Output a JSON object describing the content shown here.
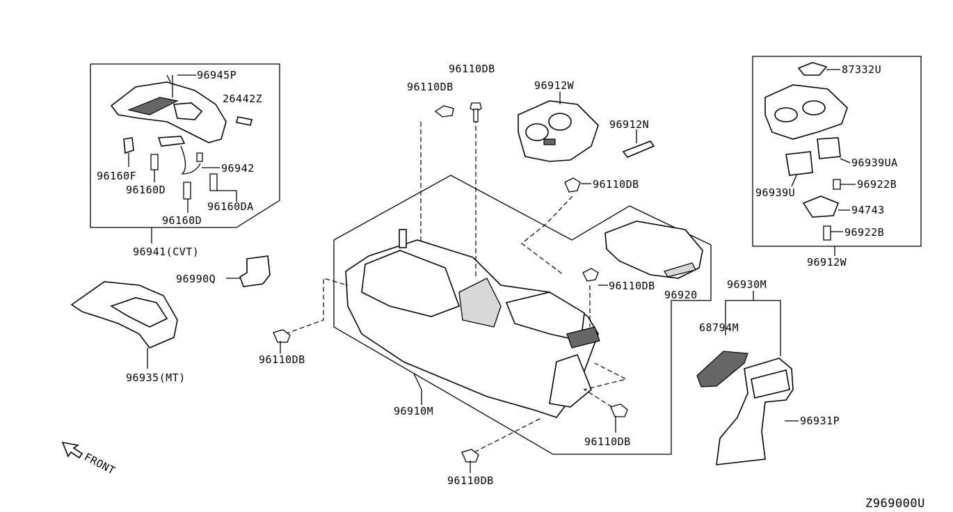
{
  "diagram": {
    "reference": "Z969000U",
    "front_label": "FRONT",
    "labels": {
      "p96945P": "96945P",
      "p26442Z": "26442Z",
      "p96942": "96942",
      "p96160F": "96160F",
      "p96160D_a": "96160D",
      "p96160DA": "96160DA",
      "p96160D_b": "96160D",
      "p96941": "96941(CVT)",
      "p96990Q": "96990Q",
      "p96935": "96935(MT)",
      "p96110DB_1": "96110DB",
      "p96110DB_2": "96110DB",
      "p96110DB_3": "96110DB",
      "p96110DB_4": "96110DB",
      "p96110DB_5": "96110DB",
      "p96110DB_6": "96110DB",
      "p96110DB_7": "96110DB",
      "p96912W_top": "96912W",
      "p96912N": "96912N",
      "p96920": "96920",
      "p96910M": "96910M",
      "p87332U": "87332U",
      "p96939UA": "96939UA",
      "p96939U": "96939U",
      "p96922B_a": "96922B",
      "p94743": "94743",
      "p96922B_b": "96922B",
      "p96912W_box": "96912W",
      "p96930M": "96930M",
      "p68794M": "68794M",
      "p96931P": "96931P"
    }
  }
}
